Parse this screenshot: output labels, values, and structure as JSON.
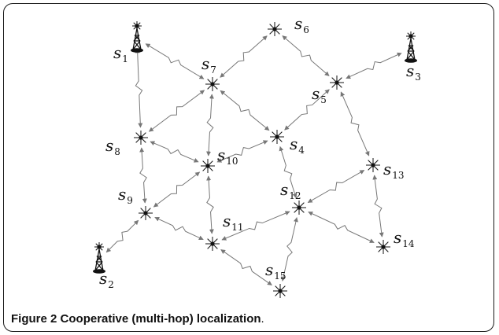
{
  "caption": {
    "label": "Figure 2",
    "text": "Cooperative (multi-hop) localization",
    "period": "."
  },
  "nodes": [
    {
      "id": "s1",
      "base": "s",
      "sub": "1",
      "kind": "anchor"
    },
    {
      "id": "s2",
      "base": "s",
      "sub": "2",
      "kind": "anchor"
    },
    {
      "id": "s3",
      "base": "s",
      "sub": "3",
      "kind": "anchor"
    },
    {
      "id": "s4",
      "base": "s",
      "sub": "4",
      "kind": "sensor"
    },
    {
      "id": "s5",
      "base": "s",
      "sub": "5",
      "kind": "sensor"
    },
    {
      "id": "s6",
      "base": "s",
      "sub": "6",
      "kind": "sensor"
    },
    {
      "id": "s7",
      "base": "s",
      "sub": "7",
      "kind": "sensor"
    },
    {
      "id": "s8",
      "base": "s",
      "sub": "8",
      "kind": "sensor"
    },
    {
      "id": "s9",
      "base": "s",
      "sub": "9",
      "kind": "sensor"
    },
    {
      "id": "s10",
      "base": "s",
      "sub": "10",
      "kind": "sensor"
    },
    {
      "id": "s11",
      "base": "s",
      "sub": "11",
      "kind": "sensor"
    },
    {
      "id": "s12",
      "base": "s",
      "sub": "12",
      "kind": "sensor"
    },
    {
      "id": "s13",
      "base": "s",
      "sub": "13",
      "kind": "sensor"
    },
    {
      "id": "s14",
      "base": "s",
      "sub": "14",
      "kind": "sensor"
    },
    {
      "id": "s15",
      "base": "s",
      "sub": "15",
      "kind": "sensor"
    }
  ],
  "links": [
    [
      "s1",
      "s7"
    ],
    [
      "s1",
      "s8"
    ],
    [
      "s2",
      "s9"
    ],
    [
      "s3",
      "s5"
    ],
    [
      "s6",
      "s7"
    ],
    [
      "s6",
      "s5"
    ],
    [
      "s7",
      "s8"
    ],
    [
      "s7",
      "s4"
    ],
    [
      "s7",
      "s10"
    ],
    [
      "s5",
      "s4"
    ],
    [
      "s5",
      "s13"
    ],
    [
      "s8",
      "s9"
    ],
    [
      "s8",
      "s10"
    ],
    [
      "s10",
      "s4"
    ],
    [
      "s10",
      "s9"
    ],
    [
      "s10",
      "s11"
    ],
    [
      "s9",
      "s11"
    ],
    [
      "s4",
      "s12"
    ],
    [
      "s12",
      "s11"
    ],
    [
      "s12",
      "s13"
    ],
    [
      "s12",
      "s14"
    ],
    [
      "s12",
      "s15"
    ],
    [
      "s13",
      "s14"
    ],
    [
      "s11",
      "s15"
    ]
  ]
}
